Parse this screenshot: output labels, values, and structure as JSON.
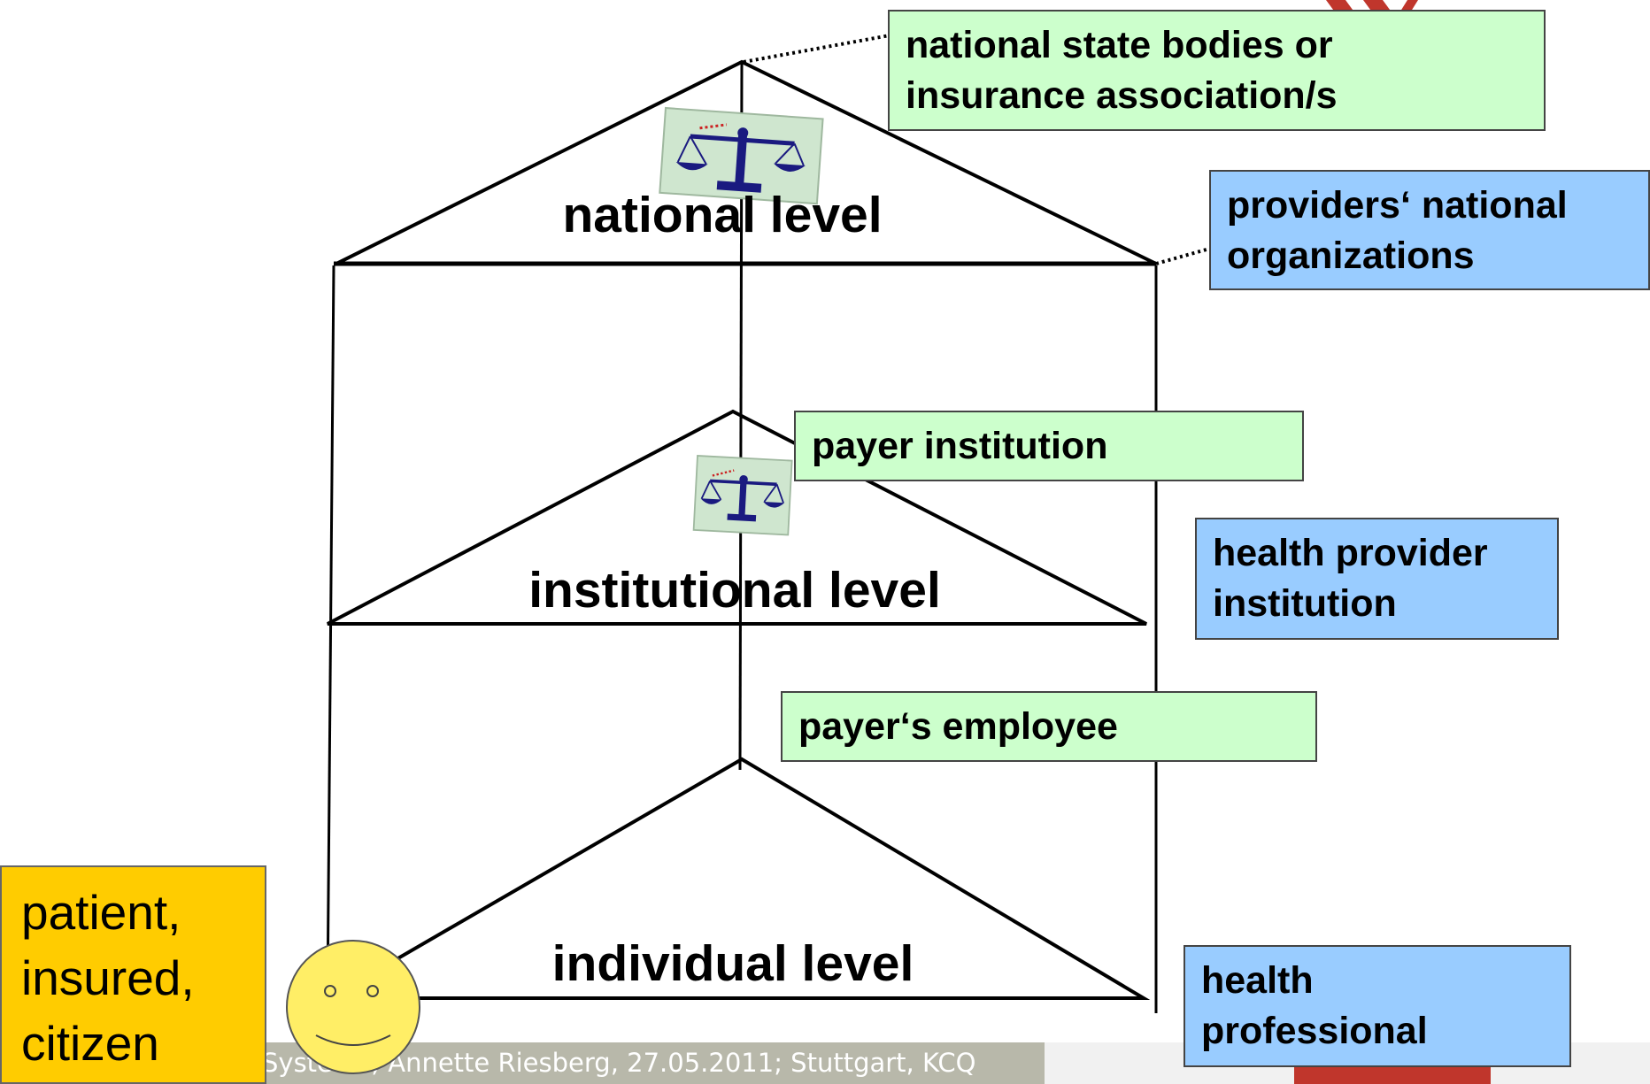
{
  "levels": {
    "national": "national level",
    "institutional": "institutional level",
    "individual": "individual level"
  },
  "boxes": {
    "national_state_line1": "national state bodies or",
    "national_state_line2": "insurance association/s",
    "providers_line1": "providers‘ national",
    "providers_line2": "organizations",
    "payer_institution": "payer institution",
    "health_provider_line1": "health provider",
    "health_provider_line2": "institution",
    "payers_employee": "payer‘s employee",
    "health_professional_line1": "health",
    "health_professional_line2": "professional"
  },
  "patient": {
    "line1": "patient,",
    "line2": "insured,",
    "line3": "citizen"
  },
  "footer": {
    "text": "Systems; Annette Riesberg, 27.05.2011; Stuttgart, KCQ"
  },
  "colors": {
    "green_box": "#ccffcc",
    "blue_box": "#99ccff",
    "patient_box": "#ffcc00",
    "smiley": "#ffee66",
    "accent_red": "#c0362c"
  },
  "icons": [
    "scales-of-justice-icon",
    "smiley-face-icon",
    "brand-logo"
  ]
}
